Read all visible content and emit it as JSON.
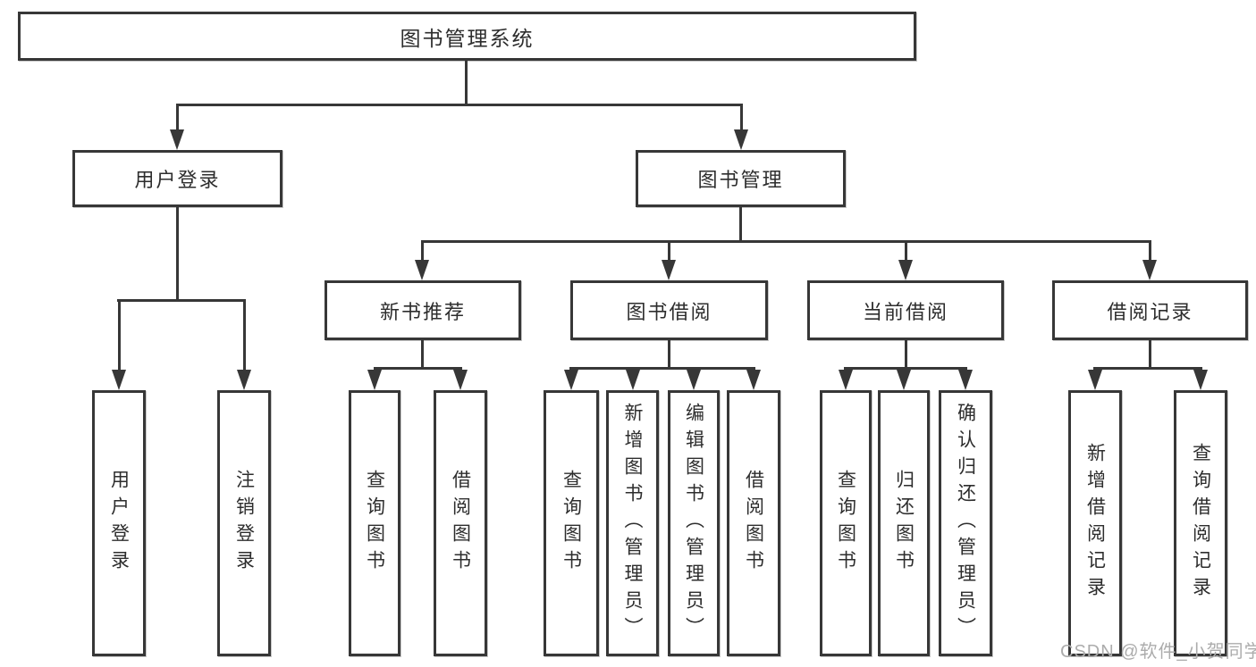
{
  "watermark": "CSDN @软件_小贺同学",
  "colors": {
    "line": "#373737",
    "box_border": "#373737",
    "text": "#2d2d2d",
    "watermark": "#acacac",
    "background": "#ffffff"
  },
  "nodes": {
    "root": {
      "label": "图书管理系统",
      "children": [
        "user_login",
        "book_mgmt"
      ]
    },
    "user_login": {
      "label": "用户登录",
      "children": [
        "leaf_user_login",
        "leaf_logout"
      ]
    },
    "book_mgmt": {
      "label": "图书管理",
      "children": [
        "new_book_rec",
        "book_borrow",
        "current_borrow",
        "borrow_record"
      ]
    },
    "new_book_rec": {
      "label": "新书推荐",
      "children": [
        "leaf_nbr_query_book",
        "leaf_nbr_borrow_book"
      ]
    },
    "book_borrow": {
      "label": "图书借阅",
      "children": [
        "leaf_bb_query_book",
        "leaf_bb_add_book",
        "leaf_bb_edit_book",
        "leaf_bb_borrow_book"
      ]
    },
    "current_borrow": {
      "label": "当前借阅",
      "children": [
        "leaf_cb_query_book",
        "leaf_cb_return_book",
        "leaf_cb_confirm_return"
      ]
    },
    "borrow_record": {
      "label": "借阅记录",
      "children": [
        "leaf_br_add_record",
        "leaf_br_query_record"
      ]
    },
    "leaf_user_login": {
      "label": "用户登录",
      "children": []
    },
    "leaf_logout": {
      "label": "注销登录",
      "children": []
    },
    "leaf_nbr_query_book": {
      "label": "查询图书",
      "children": []
    },
    "leaf_nbr_borrow_book": {
      "label": "借阅图书",
      "children": []
    },
    "leaf_bb_query_book": {
      "label": "查询图书",
      "children": []
    },
    "leaf_bb_add_book": {
      "label": "新增图书（管理员）",
      "children": []
    },
    "leaf_bb_edit_book": {
      "label": "编辑图书（管理员）",
      "children": []
    },
    "leaf_bb_borrow_book": {
      "label": "借阅图书",
      "children": []
    },
    "leaf_cb_query_book": {
      "label": "查询图书",
      "children": []
    },
    "leaf_cb_return_book": {
      "label": "归还图书",
      "children": []
    },
    "leaf_cb_confirm_return": {
      "label": "确认归还（管理员）",
      "children": []
    },
    "leaf_br_add_record": {
      "label": "新增借阅记录",
      "children": []
    },
    "leaf_br_query_record": {
      "label": "查询借阅记录",
      "children": []
    }
  }
}
